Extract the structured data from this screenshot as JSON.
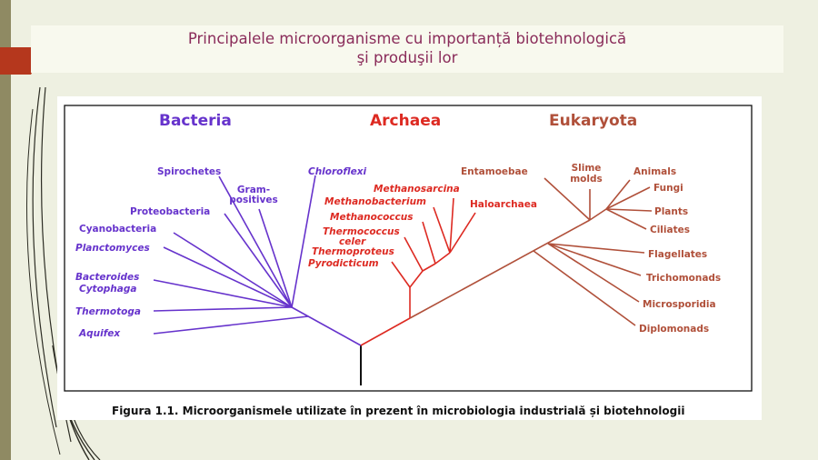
{
  "slide": {
    "title_line1": "Principalele microorganisme cu importanță biotehnologică",
    "title_line2": "şi produşii lor"
  },
  "figure": {
    "domains": {
      "bacteria": "Bacteria",
      "archaea": "Archaea",
      "eukaryota": "Eukaryota"
    },
    "bacteria": {
      "spirochetes": "Spirochetes",
      "gram1": "Gram-",
      "gram2": "positives",
      "chloroflexi": "Chloroflexi",
      "proteobacteria": "Proteobacteria",
      "cyanobacteria": "Cyanobacteria",
      "planctomyces": "Planctomyces",
      "bacteroides": "Bacteroides",
      "cytophaga": "Cytophaga",
      "thermotoga": "Thermotoga",
      "aquifex": "Aquifex"
    },
    "archaea": {
      "methanosarcina": "Methanosarcina",
      "methanobacterium": "Methanobacterium",
      "haloarchaea": "Haloarchaea",
      "methanococcus": "Methanococcus",
      "thermococcus": "Thermococcus",
      "celer": "celer",
      "thermoproteus": "Thermoproteus",
      "pyrodicticum": "Pyrodicticum"
    },
    "eukaryota": {
      "entamoebae": "Entamoebae",
      "slime1": "Slime",
      "slime2": "molds",
      "animals": "Animals",
      "fungi": "Fungi",
      "plants": "Plants",
      "ciliates": "Ciliates",
      "flagellates": "Flagellates",
      "trichomonads": "Trichomonads",
      "microsporidia": "Microsporidia",
      "diplomonads": "Diplomonads"
    },
    "caption_label": "Figura 1.1.",
    "caption_text": " Microorganismele utilizate în prezent în microbiologia industrială și biotehnologii"
  },
  "colors": {
    "bacteria": "#6633cc",
    "archaea": "#dd2a22",
    "eukaryota": "#b0503a",
    "root": "#111111",
    "title": "#8a2c5a"
  }
}
